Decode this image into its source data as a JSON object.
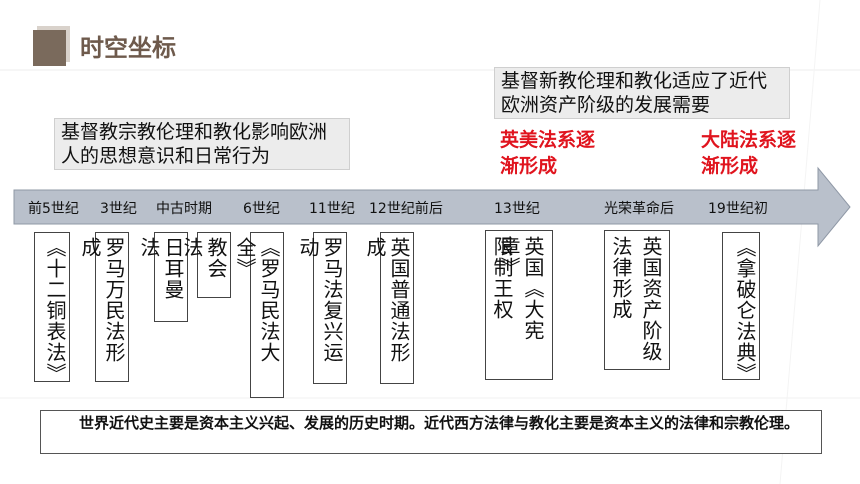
{
  "header": {
    "title": "时空坐标"
  },
  "top_boxes": {
    "left": "基督教宗教伦理和教化影响欧洲人的思想意识和日常行为",
    "right": "基督新教伦理和教化适应了近代欧洲资产阶级的发展需要"
  },
  "red_labels": {
    "anglo_american": "英美法系逐渐形成",
    "continental": "大陆法系逐渐形成"
  },
  "timeline": {
    "ticks": [
      "前5世纪",
      "3世纪",
      "中古时期",
      "6世纪",
      "11世纪",
      "12世纪前后",
      "13世纪",
      "光荣革命后",
      "19世纪初"
    ]
  },
  "events": [
    "《十二铜表法》",
    "罗马万民法形成",
    "日耳曼法",
    "教会法",
    "《罗马民法大全》",
    "罗马法复兴运动",
    "英国普通法形成",
    "英国《大宪章》限制王权",
    "英国资产阶级法律形成",
    "《拿破仑法典》"
  ],
  "event_parts": {
    "magna_a": "英国《大宪章》",
    "magna_b": "限制王权",
    "bourg_a": "英国资产阶级",
    "bourg_b": "法律形成"
  },
  "summary": "世界近代史主要是资本主义兴起、发展的历史时期。近代西方法律与教化主要是资本主义的法律和宗教伦理。",
  "colors": {
    "arrow": "#b9c0cb",
    "title": "#6e5a4c",
    "red": "#e0141e"
  }
}
